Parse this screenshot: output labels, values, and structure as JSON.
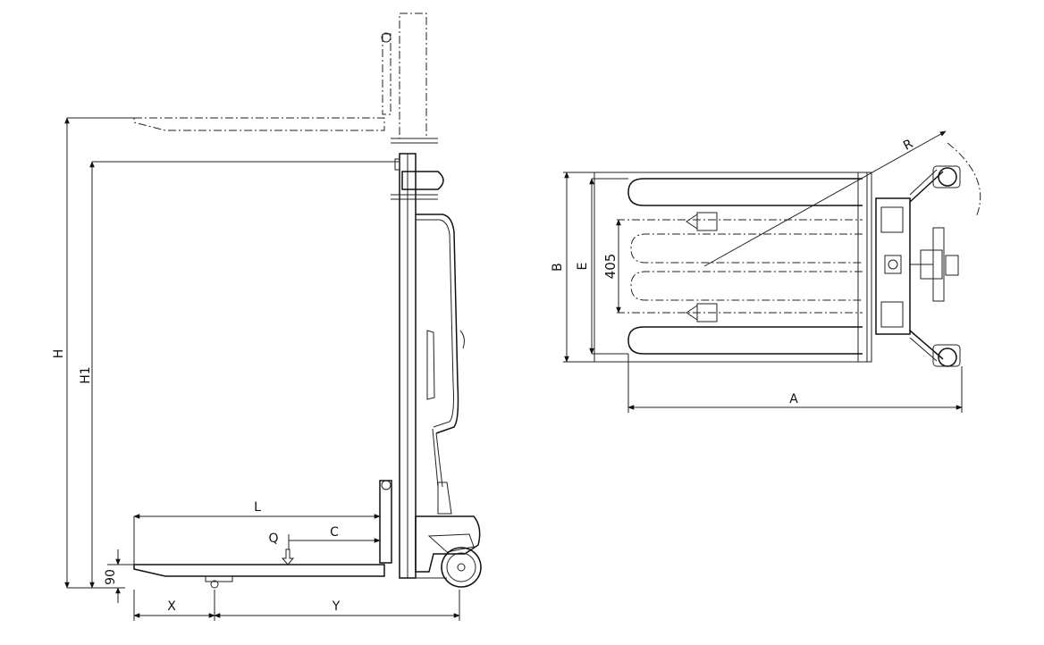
{
  "side_view": {
    "labels": {
      "H": "H",
      "H1": "H1",
      "L": "L",
      "C": "C",
      "Q": "Q",
      "fork_height": "90",
      "X": "X",
      "Y": "Y"
    }
  },
  "top_view": {
    "labels": {
      "B": "B",
      "E": "E",
      "inner_width": "405",
      "A": "A",
      "R": "R"
    }
  }
}
